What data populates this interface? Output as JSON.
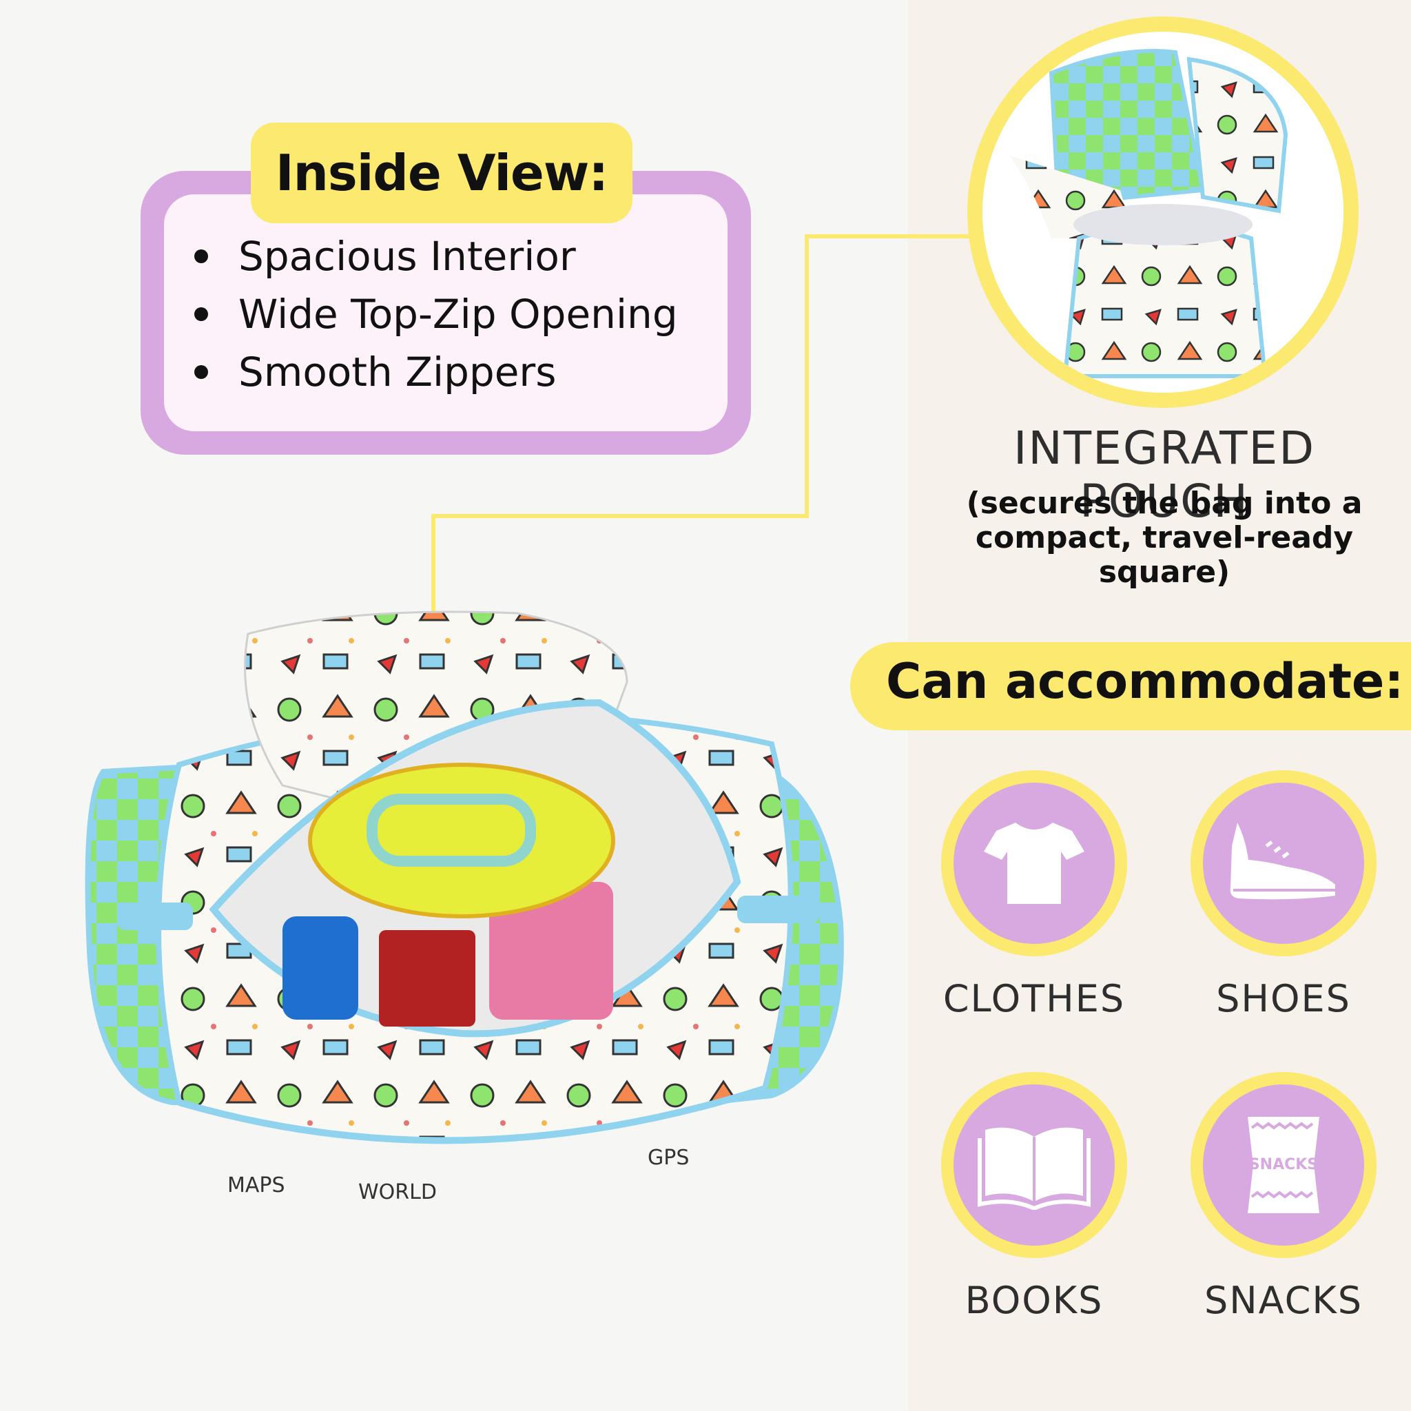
{
  "inside_view": {
    "title": "Inside View:",
    "bullets": [
      "Spacious Interior",
      "Wide Top-Zip Opening",
      "Smooth Zippers"
    ]
  },
  "pouch": {
    "title": "INTEGRATED POUCH",
    "subtitle": "(secures the bag into a compact, travel-ready square)"
  },
  "accommodate": {
    "title": "Can accommodate:",
    "items": [
      {
        "label": "CLOTHES",
        "icon": "tshirt-icon"
      },
      {
        "label": "SHOES",
        "icon": "sneaker-icon"
      },
      {
        "label": "BOOKS",
        "icon": "open-book-icon"
      },
      {
        "label": "SNACKS",
        "icon": "snack-bag-icon",
        "icon_text": "SNACKS"
      }
    ]
  },
  "bag_print_text": [
    "MAPS",
    "WORLD",
    "GPS"
  ],
  "colors": {
    "yellow": "#fbe970",
    "lilac": "#d8a9e0",
    "lilac_bg": "#fdf2fa",
    "sky_blue": "#8fd3ef",
    "lime": "#8fe36f"
  }
}
